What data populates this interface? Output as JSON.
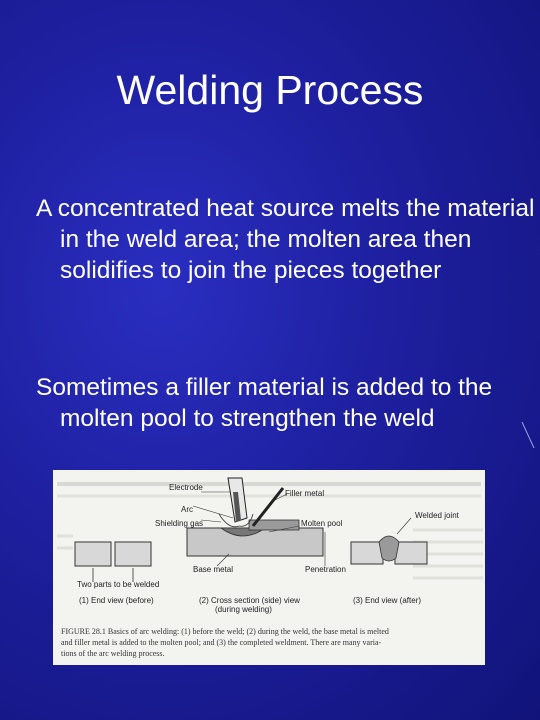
{
  "slide": {
    "title": "Welding Process",
    "bullets": [
      "A concentrated heat source melts the material in the weld area; the molten area then solidifies to join the pieces together",
      "Sometimes a filler material is added to the molten pool to strengthen the weld"
    ]
  },
  "figure": {
    "labels": {
      "electrode": "Electrode",
      "arc": "Arc",
      "shielding_gas": "Shielding gas",
      "filler_metal": "Filler metal",
      "molten_pool": "Molten pool",
      "welded_joint": "Welded joint",
      "base_metal": "Base metal",
      "penetration": "Penetration",
      "two_parts": "Two parts to be welded"
    },
    "views": {
      "view1": "(1) End view (before)",
      "view2a": "(2) Cross section (side) view",
      "view2b": "(during welding)",
      "view3": "(3) End view (after)"
    },
    "caption_lines": [
      "FIGURE 28.1   Basics of arc welding: (1) before the weld; (2) during the weld, the base metal is melted",
      "and filler metal is added to the molten pool; and (3) the completed weldment. There are many varia-",
      "tions of the arc welding process."
    ]
  }
}
